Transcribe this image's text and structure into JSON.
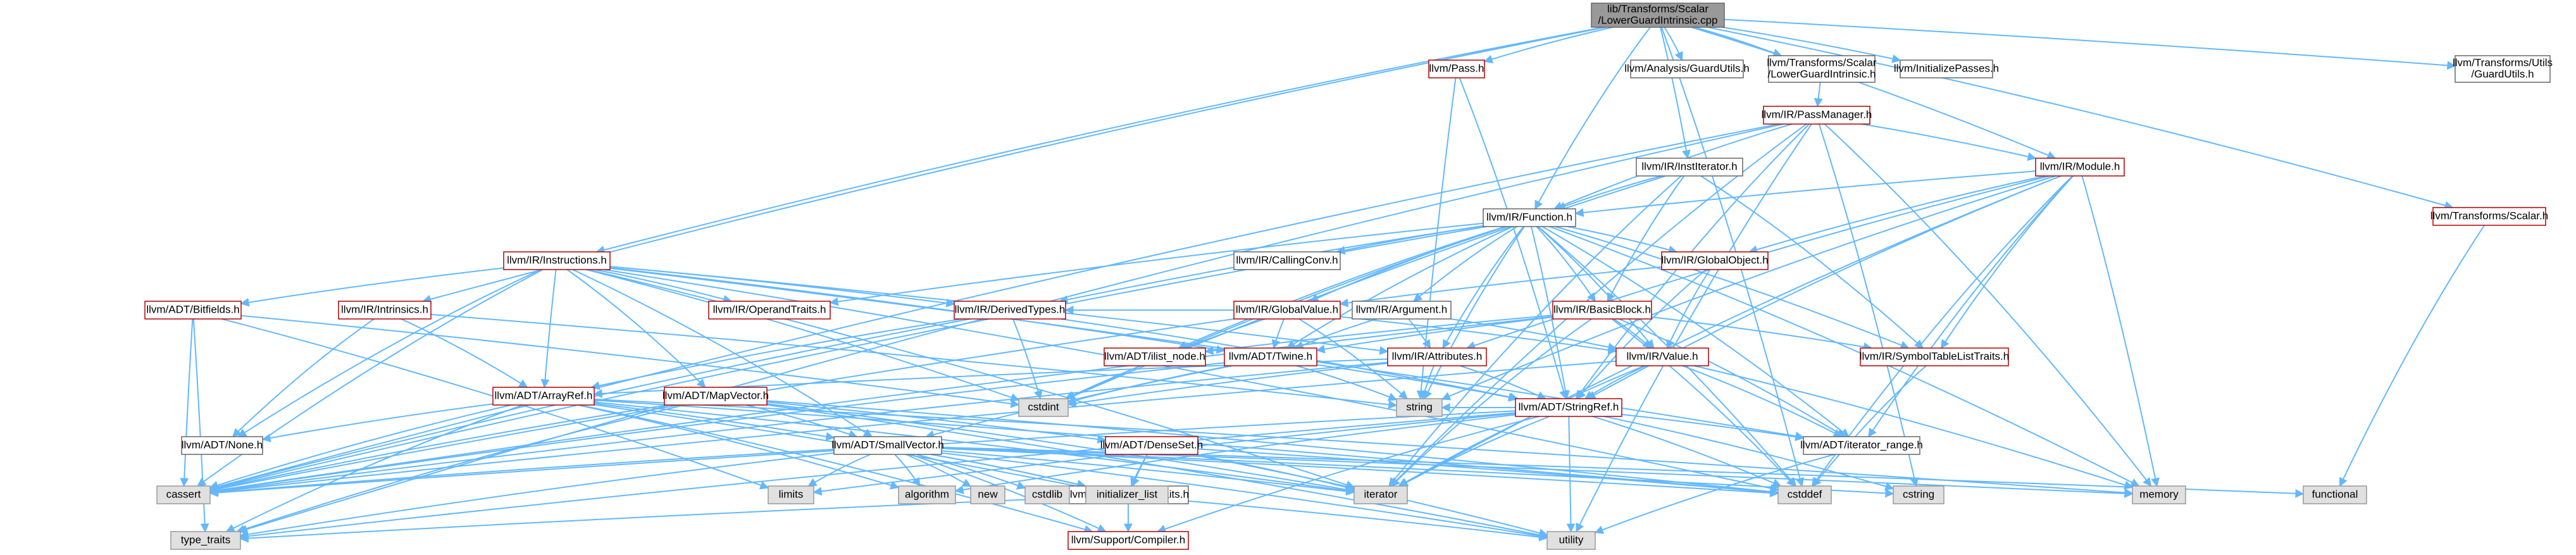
{
  "colors": {
    "edge": "#63b8ff",
    "node_fill": "#ffffff",
    "node_stroke": "#666666",
    "root_fill": "#999999",
    "root_stroke": "#666666",
    "external_fill": "#e0e0e0",
    "external_stroke": "#999999",
    "text_normal": "#000000",
    "text_link_red": "#b00000"
  },
  "nodes": [
    {
      "id": "root",
      "lines": [
        "lib/Transforms/Scalar",
        "/LowerGuardIntrinsic.cpp"
      ],
      "kind": "root"
    },
    {
      "id": "guardutils_analysis",
      "lines": [
        "llvm/Analysis/GuardUtils.h"
      ],
      "kind": "normal"
    },
    {
      "id": "lowerguard_h",
      "lines": [
        "llvm/Transforms/Scalar",
        "/LowerGuardIntrinsic.h"
      ],
      "kind": "normal"
    },
    {
      "id": "initpasses",
      "lines": [
        "llvm/InitializePasses.h"
      ],
      "kind": "normal"
    },
    {
      "id": "guardutils_tr",
      "lines": [
        "llvm/Transforms/Utils",
        "/GuardUtils.h"
      ],
      "kind": "normal"
    },
    {
      "id": "pass",
      "lines": [
        "llvm/Pass.h"
      ],
      "kind": "red"
    },
    {
      "id": "passmanager",
      "lines": [
        "llvm/IR/PassManager.h"
      ],
      "kind": "red"
    },
    {
      "id": "institerator",
      "lines": [
        "llvm/IR/InstIterator.h"
      ],
      "kind": "normal"
    },
    {
      "id": "module",
      "lines": [
        "llvm/IR/Module.h"
      ],
      "kind": "red"
    },
    {
      "id": "scalar",
      "lines": [
        "llvm/Transforms/Scalar.h"
      ],
      "kind": "red"
    },
    {
      "id": "function",
      "lines": [
        "llvm/IR/Function.h"
      ],
      "kind": "normal"
    },
    {
      "id": "callingconv",
      "lines": [
        "llvm/IR/CallingConv.h"
      ],
      "kind": "normal"
    },
    {
      "id": "instructions",
      "lines": [
        "llvm/IR/Instructions.h"
      ],
      "kind": "red"
    },
    {
      "id": "globalobject",
      "lines": [
        "llvm/IR/GlobalObject.h"
      ],
      "kind": "red"
    },
    {
      "id": "globalvalue",
      "lines": [
        "llvm/IR/GlobalValue.h"
      ],
      "kind": "red"
    },
    {
      "id": "argument",
      "lines": [
        "llvm/IR/Argument.h"
      ],
      "kind": "normal"
    },
    {
      "id": "basicblock",
      "lines": [
        "llvm/IR/BasicBlock.h"
      ],
      "kind": "red"
    },
    {
      "id": "bitfields",
      "lines": [
        "llvm/ADT/Bitfields.h"
      ],
      "kind": "red"
    },
    {
      "id": "intrinsics",
      "lines": [
        "llvm/IR/Intrinsics.h"
      ],
      "kind": "red"
    },
    {
      "id": "operandtraits",
      "lines": [
        "llvm/IR/OperandTraits.h"
      ],
      "kind": "red"
    },
    {
      "id": "derivedtypes",
      "lines": [
        "llvm/IR/DerivedTypes.h"
      ],
      "kind": "red"
    },
    {
      "id": "ilistnode",
      "lines": [
        "llvm/ADT/ilist_node.h"
      ],
      "kind": "red"
    },
    {
      "id": "twine",
      "lines": [
        "llvm/ADT/Twine.h"
      ],
      "kind": "red"
    },
    {
      "id": "attributes",
      "lines": [
        "llvm/IR/Attributes.h"
      ],
      "kind": "red"
    },
    {
      "id": "value",
      "lines": [
        "llvm/IR/Value.h"
      ],
      "kind": "red"
    },
    {
      "id": "symboltable",
      "lines": [
        "llvm/IR/SymbolTableListTraits.h"
      ],
      "kind": "red"
    },
    {
      "id": "arrayref",
      "lines": [
        "llvm/ADT/ArrayRef.h"
      ],
      "kind": "red"
    },
    {
      "id": "mapvector",
      "lines": [
        "llvm/ADT/MapVector.h"
      ],
      "kind": "red"
    },
    {
      "id": "stringref",
      "lines": [
        "llvm/ADT/StringRef.h"
      ],
      "kind": "red"
    },
    {
      "id": "none",
      "lines": [
        "llvm/ADT/None.h"
      ],
      "kind": "normal"
    },
    {
      "id": "smallvector",
      "lines": [
        "llvm/ADT/SmallVector.h"
      ],
      "kind": "normal"
    },
    {
      "id": "denseset",
      "lines": [
        "llvm/ADT/DenseSet.h"
      ],
      "kind": "red"
    },
    {
      "id": "iteratorrange",
      "lines": [
        "llvm/ADT/iterator_range.h"
      ],
      "kind": "normal"
    },
    {
      "id": "typetraits_support",
      "lines": [
        "llvm/Support/type_traits.h"
      ],
      "kind": "normal"
    },
    {
      "id": "compiler",
      "lines": [
        "llvm/Support/Compiler.h"
      ],
      "kind": "red"
    },
    {
      "id": "cassert",
      "lines": [
        "cassert"
      ],
      "kind": "ext"
    },
    {
      "id": "limits",
      "lines": [
        "limits"
      ],
      "kind": "ext"
    },
    {
      "id": "algorithm",
      "lines": [
        "algorithm"
      ],
      "kind": "ext"
    },
    {
      "id": "new",
      "lines": [
        "new"
      ],
      "kind": "ext"
    },
    {
      "id": "cstdlib",
      "lines": [
        "cstdlib"
      ],
      "kind": "ext"
    },
    {
      "id": "initlist",
      "lines": [
        "initializer_list"
      ],
      "kind": "ext"
    },
    {
      "id": "iterator",
      "lines": [
        "iterator"
      ],
      "kind": "ext"
    },
    {
      "id": "cstddef",
      "lines": [
        "cstddef"
      ],
      "kind": "ext"
    },
    {
      "id": "memory",
      "lines": [
        "memory"
      ],
      "kind": "ext"
    },
    {
      "id": "functional",
      "lines": [
        "functional"
      ],
      "kind": "ext"
    },
    {
      "id": "type_traits",
      "lines": [
        "type_traits"
      ],
      "kind": "ext"
    },
    {
      "id": "utility",
      "lines": [
        "utility"
      ],
      "kind": "ext"
    },
    {
      "id": "cstdint",
      "lines": [
        "cstdint"
      ],
      "kind": "ext"
    },
    {
      "id": "string",
      "lines": [
        "string"
      ],
      "kind": "ext"
    },
    {
      "id": "cstring",
      "lines": [
        "cstring"
      ],
      "kind": "ext"
    }
  ],
  "edges": [
    [
      "root",
      "guardutils_analysis"
    ],
    [
      "root",
      "lowerguard_h"
    ],
    [
      "root",
      "initpasses"
    ],
    [
      "root",
      "guardutils_tr"
    ],
    [
      "root",
      "pass"
    ],
    [
      "root",
      "institerator"
    ],
    [
      "root",
      "module"
    ],
    [
      "root",
      "scalar"
    ],
    [
      "root",
      "function"
    ],
    [
      "root",
      "instructions"
    ],
    [
      "root",
      "intrinsics"
    ],
    [
      "root",
      "cstddef"
    ],
    [
      "lowerguard_h",
      "passmanager"
    ],
    [
      "pass",
      "stringref"
    ],
    [
      "pass",
      "string"
    ],
    [
      "passmanager",
      "function"
    ],
    [
      "passmanager",
      "module"
    ],
    [
      "passmanager",
      "cassert"
    ],
    [
      "passmanager",
      "cstring"
    ],
    [
      "passmanager",
      "iterator"
    ],
    [
      "passmanager",
      "memory"
    ],
    [
      "passmanager",
      "type_traits"
    ],
    [
      "passmanager",
      "utility"
    ],
    [
      "passmanager",
      "stringref"
    ],
    [
      "institerator",
      "function"
    ],
    [
      "institerator",
      "basicblock"
    ],
    [
      "institerator",
      "symboltable"
    ],
    [
      "institerator",
      "iterator"
    ],
    [
      "institerator",
      "cstdint"
    ],
    [
      "module",
      "function"
    ],
    [
      "module",
      "globalobject"
    ],
    [
      "module",
      "attributes"
    ],
    [
      "module",
      "symboltable"
    ],
    [
      "module",
      "stringref"
    ],
    [
      "module",
      "iteratorrange"
    ],
    [
      "module",
      "cstddef"
    ],
    [
      "module",
      "iterator"
    ],
    [
      "module",
      "memory"
    ],
    [
      "module",
      "string"
    ],
    [
      "scalar",
      "functional"
    ],
    [
      "function",
      "callingconv"
    ],
    [
      "function",
      "globalobject"
    ],
    [
      "function",
      "globalvalue"
    ],
    [
      "function",
      "argument"
    ],
    [
      "function",
      "basicblock"
    ],
    [
      "function",
      "operandtraits"
    ],
    [
      "function",
      "derivedtypes"
    ],
    [
      "function",
      "ilistnode"
    ],
    [
      "function",
      "twine"
    ],
    [
      "function",
      "attributes"
    ],
    [
      "function",
      "value"
    ],
    [
      "function",
      "symboltable"
    ],
    [
      "function",
      "stringref"
    ],
    [
      "function",
      "iteratorrange"
    ],
    [
      "function",
      "cassert"
    ],
    [
      "function",
      "cstddef"
    ],
    [
      "function",
      "cstdint"
    ],
    [
      "function",
      "memory"
    ],
    [
      "function",
      "string"
    ],
    [
      "instructions",
      "bitfields"
    ],
    [
      "instructions",
      "mapvector"
    ],
    [
      "instructions",
      "none"
    ],
    [
      "instructions",
      "smallvector"
    ],
    [
      "instructions",
      "twine"
    ],
    [
      "instructions",
      "iteratorrange"
    ],
    [
      "instructions",
      "arrayref"
    ],
    [
      "instructions",
      "operandtraits"
    ],
    [
      "instructions",
      "derivedtypes"
    ],
    [
      "instructions",
      "attributes"
    ],
    [
      "instructions",
      "cassert"
    ],
    [
      "instructions",
      "cstddef"
    ],
    [
      "instructions",
      "cstdint"
    ],
    [
      "instructions",
      "iterator"
    ],
    [
      "globalobject",
      "globalvalue"
    ],
    [
      "globalobject",
      "value"
    ],
    [
      "globalobject",
      "stringref"
    ],
    [
      "globalvalue",
      "twine"
    ],
    [
      "globalvalue",
      "derivedtypes"
    ],
    [
      "globalvalue",
      "value"
    ],
    [
      "globalvalue",
      "cassert"
    ],
    [
      "globalvalue",
      "cstdint"
    ],
    [
      "globalvalue",
      "string"
    ],
    [
      "argument",
      "twine"
    ],
    [
      "argument",
      "attributes"
    ],
    [
      "argument",
      "value"
    ],
    [
      "basicblock",
      "twine"
    ],
    [
      "basicblock",
      "ilistnode"
    ],
    [
      "basicblock",
      "iteratorrange"
    ],
    [
      "basicblock",
      "symboltable"
    ],
    [
      "basicblock",
      "value"
    ],
    [
      "basicblock",
      "cassert"
    ],
    [
      "basicblock",
      "cstddef"
    ],
    [
      "basicblock",
      "iterator"
    ],
    [
      "bitfields",
      "cassert"
    ],
    [
      "bitfields",
      "limits"
    ],
    [
      "bitfields",
      "type_traits"
    ],
    [
      "bitfields",
      "cstdint"
    ],
    [
      "intrinsics",
      "arrayref"
    ],
    [
      "intrinsics",
      "none"
    ],
    [
      "intrinsics",
      "string"
    ],
    [
      "derivedtypes",
      "arrayref"
    ],
    [
      "derivedtypes",
      "stringref"
    ],
    [
      "derivedtypes",
      "cassert"
    ],
    [
      "derivedtypes",
      "cstdint"
    ],
    [
      "twine",
      "smallvector"
    ],
    [
      "twine",
      "stringref"
    ],
    [
      "twine",
      "cassert"
    ],
    [
      "twine",
      "cstdint"
    ],
    [
      "twine",
      "string"
    ],
    [
      "attributes",
      "arrayref"
    ],
    [
      "attributes",
      "stringref"
    ],
    [
      "attributes",
      "cassert"
    ],
    [
      "attributes",
      "cstdint"
    ],
    [
      "attributes",
      "string"
    ],
    [
      "value",
      "iteratorrange"
    ],
    [
      "value",
      "stringref"
    ],
    [
      "value",
      "cassert"
    ],
    [
      "value",
      "iterator"
    ],
    [
      "value",
      "memory"
    ],
    [
      "symboltable",
      "cstddef"
    ],
    [
      "arrayref",
      "compiler"
    ],
    [
      "arrayref",
      "none"
    ],
    [
      "arrayref",
      "smallvector"
    ],
    [
      "arrayref",
      "algorithm"
    ],
    [
      "arrayref",
      "cassert"
    ],
    [
      "arrayref",
      "cstddef"
    ],
    [
      "arrayref",
      "initlist"
    ],
    [
      "arrayref",
      "iterator"
    ],
    [
      "arrayref",
      "memory"
    ],
    [
      "arrayref",
      "type_traits"
    ],
    [
      "mapvector",
      "denseset"
    ],
    [
      "mapvector",
      "smallvector"
    ],
    [
      "mapvector",
      "cassert"
    ],
    [
      "mapvector",
      "cstddef"
    ],
    [
      "mapvector",
      "iterator"
    ],
    [
      "mapvector",
      "type_traits"
    ],
    [
      "mapvector",
      "utility"
    ],
    [
      "stringref",
      "iteratorrange"
    ],
    [
      "stringref",
      "compiler"
    ],
    [
      "stringref",
      "algorithm"
    ],
    [
      "stringref",
      "cassert"
    ],
    [
      "stringref",
      "cstddef"
    ],
    [
      "stringref",
      "cstring"
    ],
    [
      "stringref",
      "iterator"
    ],
    [
      "stringref",
      "limits"
    ],
    [
      "stringref",
      "string"
    ],
    [
      "stringref",
      "type_traits"
    ],
    [
      "stringref",
      "utility"
    ],
    [
      "smallvector",
      "compiler"
    ],
    [
      "smallvector",
      "typetraits_support"
    ],
    [
      "smallvector",
      "algorithm"
    ],
    [
      "smallvector",
      "cassert"
    ],
    [
      "smallvector",
      "cstddef"
    ],
    [
      "smallvector",
      "cstdlib"
    ],
    [
      "smallvector",
      "cstring"
    ],
    [
      "smallvector",
      "functional"
    ],
    [
      "smallvector",
      "initlist"
    ],
    [
      "smallvector",
      "iterator"
    ],
    [
      "smallvector",
      "limits"
    ],
    [
      "smallvector",
      "memory"
    ],
    [
      "smallvector",
      "new"
    ],
    [
      "smallvector",
      "type_traits"
    ],
    [
      "smallvector",
      "utility"
    ],
    [
      "denseset",
      "typetraits_support"
    ],
    [
      "denseset",
      "cstddef"
    ],
    [
      "denseset",
      "initlist"
    ],
    [
      "denseset",
      "iterator"
    ],
    [
      "denseset",
      "utility"
    ],
    [
      "iteratorrange",
      "utility"
    ],
    [
      "typetraits_support",
      "compiler"
    ],
    [
      "typetraits_support",
      "type_traits"
    ],
    [
      "typetraits_support",
      "utility"
    ]
  ]
}
